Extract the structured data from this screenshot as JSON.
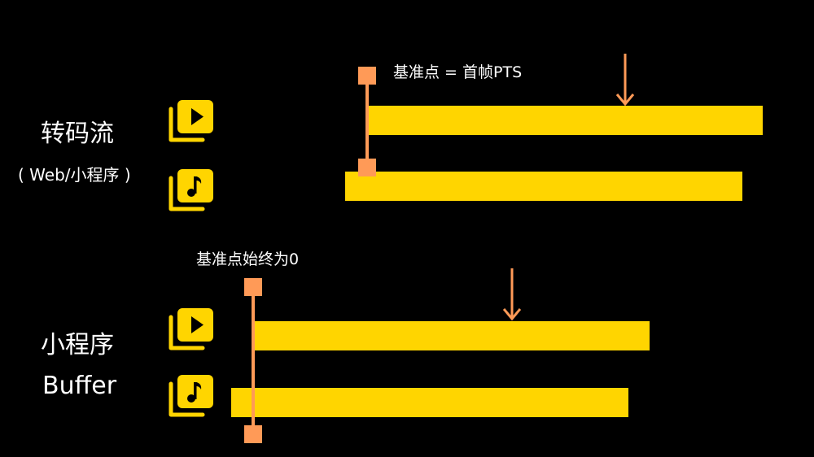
{
  "colors": {
    "background": "#000000",
    "bar": "#ffd500",
    "marker": "#ff9a57",
    "text": "#ffffff",
    "icon": "#ffd500"
  },
  "top_section": {
    "title": "转码流",
    "subtitle": "( Web/小程序 )",
    "annotation": "基准点 = 首帧PTS",
    "video_icon": "video-play-icon",
    "audio_icon": "music-note-icon"
  },
  "bottom_section": {
    "title_line1": "小程序",
    "title_line2": "Buffer",
    "annotation": "基准点始终为0",
    "video_icon": "video-play-icon",
    "audio_icon": "music-note-icon"
  }
}
